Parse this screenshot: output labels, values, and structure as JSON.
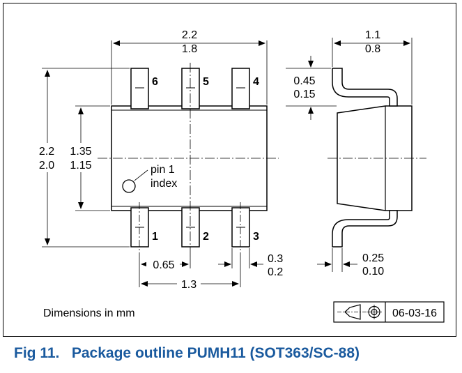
{
  "figure": {
    "label": "Fig 11.",
    "title": "Package outline PUMH11 (SOT363/SC-88)"
  },
  "top_view": {
    "body_length_max": "2.2",
    "body_length_min": "1.8",
    "overall_width_max": "2.2",
    "overall_width_min": "2.0",
    "body_width_max": "1.35",
    "body_width_min": "1.15",
    "pin1_index_line1": "pin 1",
    "pin1_index_line2": "index",
    "pins": [
      "1",
      "2",
      "3",
      "4",
      "5",
      "6"
    ],
    "pitch": "0.65",
    "outer_pitch": "1.3",
    "lead_width_max": "0.3",
    "lead_width_min": "0.2"
  },
  "side_view": {
    "height_max": "1.1",
    "height_min": "0.8",
    "foot_max": "0.45",
    "foot_min": "0.15",
    "lead_thickness_max": "0.25",
    "lead_thickness_min": "0.10"
  },
  "footer": {
    "units_note": "Dimensions in mm",
    "date_code": "06-03-16"
  }
}
